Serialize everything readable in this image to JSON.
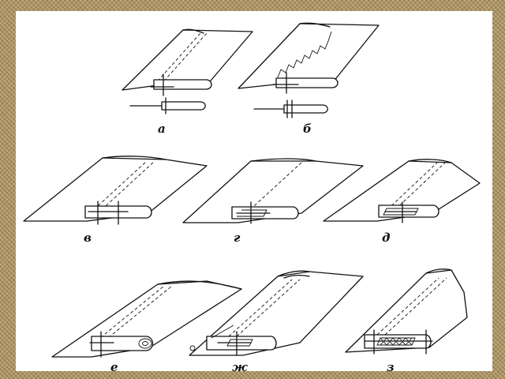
{
  "labels": {
    "a": "а",
    "b": "б",
    "v": "в",
    "g": "г",
    "d": "д",
    "e": "е",
    "zh": "ж",
    "z": "з"
  },
  "colors": {
    "background": "#b39a6a",
    "sheet": "#ffffff",
    "ink": "#111111"
  }
}
